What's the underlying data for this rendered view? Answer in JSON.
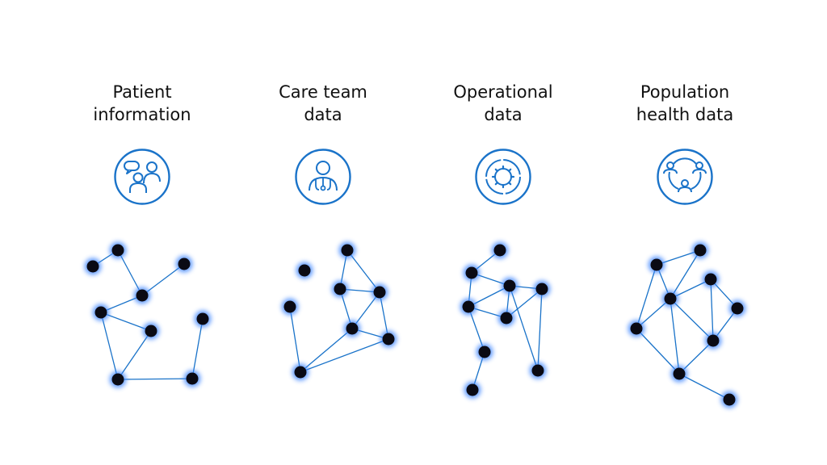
{
  "colors": {
    "accent": "#1a73c9",
    "node": "#0a0a14",
    "glow": "#3f86ff",
    "text": "#111111"
  },
  "categories": [
    {
      "title_lines": [
        "Patient",
        "information"
      ],
      "icon": "people-chat-icon"
    },
    {
      "title_lines": [
        "Care team",
        "data"
      ],
      "icon": "doctor-stethoscope-icon"
    },
    {
      "title_lines": [
        "Operational",
        "data"
      ],
      "icon": "operations-gear-icon"
    },
    {
      "title_lines": [
        "Population",
        "health data"
      ],
      "icon": "population-group-icon"
    }
  ]
}
